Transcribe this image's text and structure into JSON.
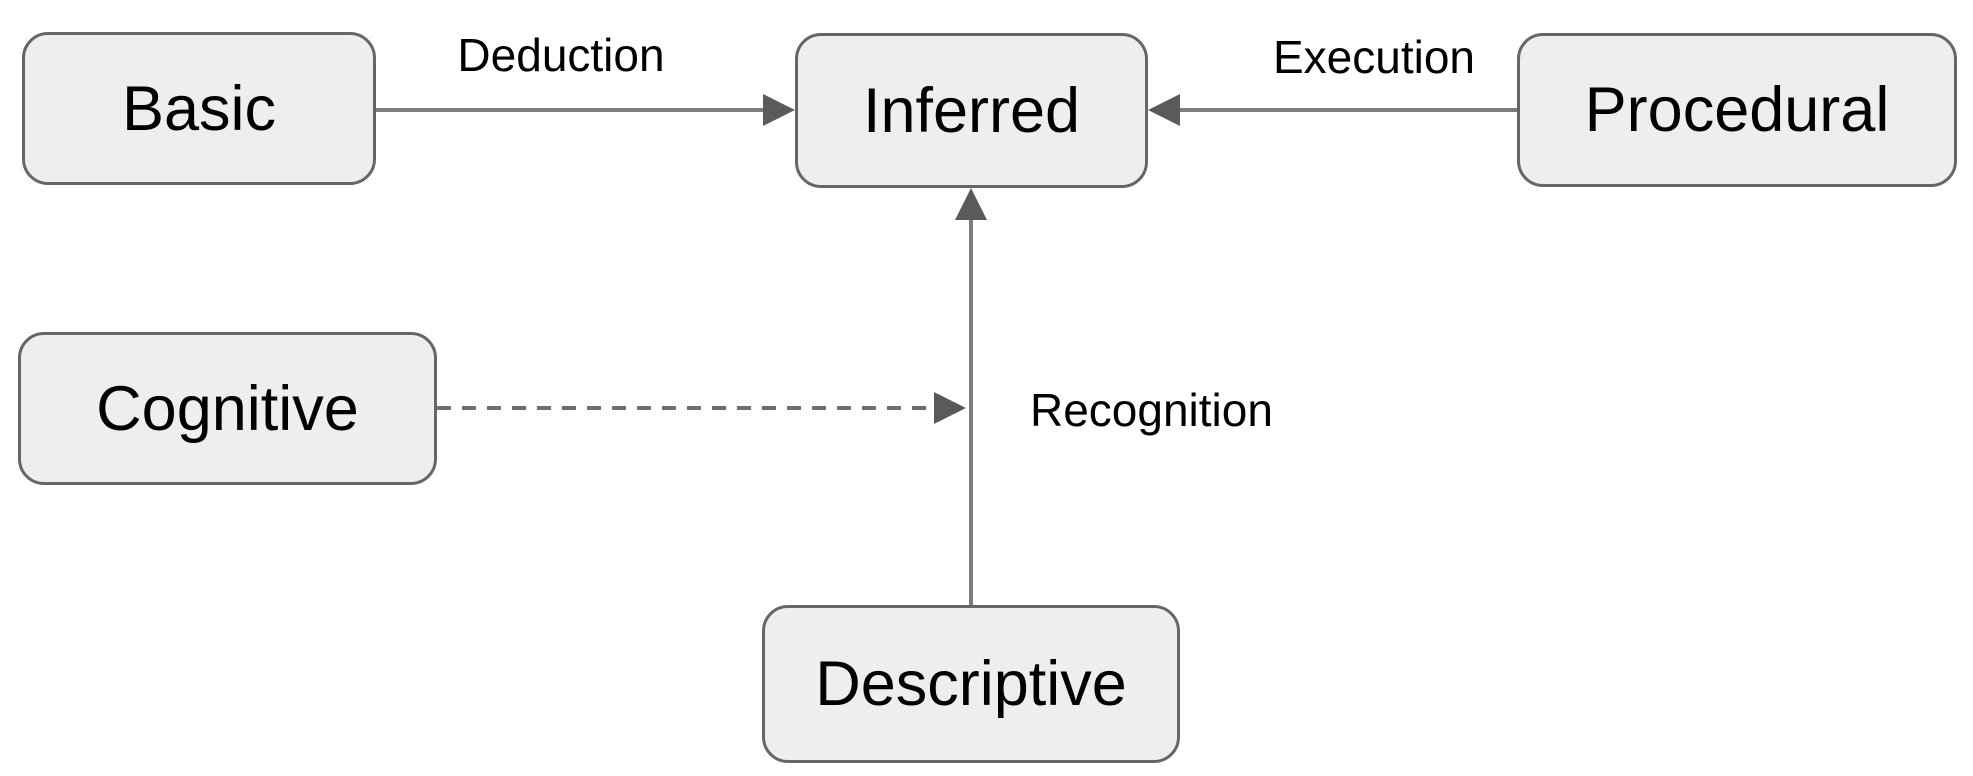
{
  "diagram": {
    "type": "concept-map",
    "nodes": {
      "basic": {
        "label": "Basic"
      },
      "inferred": {
        "label": "Inferred"
      },
      "procedural": {
        "label": "Procedural"
      },
      "cognitive": {
        "label": "Cognitive"
      },
      "descriptive": {
        "label": "Descriptive"
      }
    },
    "edge_labels": {
      "deduction": "Deduction",
      "execution": "Execution",
      "recognition": "Recognition"
    },
    "edges": [
      {
        "from": "basic",
        "to": "inferred",
        "label": "Deduction",
        "style": "solid",
        "direction": "into-inferred"
      },
      {
        "from": "procedural",
        "to": "inferred",
        "label": "Execution",
        "style": "solid",
        "direction": "into-inferred"
      },
      {
        "from": "descriptive",
        "to": "inferred",
        "label": "Recognition",
        "style": "solid",
        "direction": "into-inferred"
      },
      {
        "from": "cognitive",
        "to": "recognition-connector",
        "label": "",
        "style": "dashed",
        "direction": "into-connector"
      }
    ],
    "colors": {
      "background": "#ffffff",
      "node-fill": "#eeeeee",
      "node-border": "#666666",
      "connector": "#7d7d7d",
      "connector-dashed": "#6e6e6e",
      "arrowhead": "#5a5a5a",
      "text": "#000000"
    }
  }
}
